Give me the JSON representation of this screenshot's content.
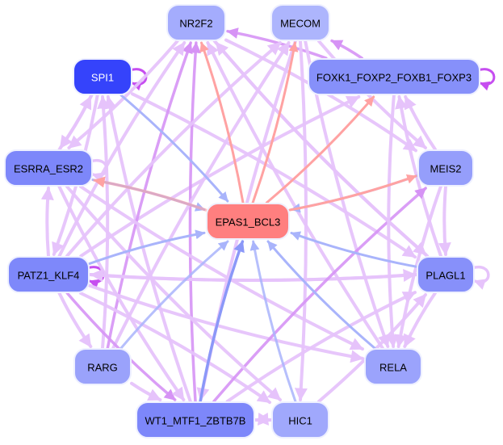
{
  "diagram": {
    "type": "directed-network",
    "colors": {
      "edge_default": "#e6c3fb",
      "edge_strong": "#d693f5",
      "edge_blue": "#a9b4fb",
      "edge_blue_strong": "#8b98f8",
      "edge_red": "#ffa2a2",
      "edge_self": "#c64ef0",
      "node_border": "#eef0ff"
    },
    "nodes": [
      {
        "id": "NR2F2",
        "label": "NR2F2",
        "color": "#a4acfd",
        "text_color": "#000000"
      },
      {
        "id": "MECOM",
        "label": "MECOM",
        "color": "#adb5fd",
        "text_color": "#000000"
      },
      {
        "id": "SPI1",
        "label": "SPI1",
        "color": "#3543fb",
        "text_color": "#ffffff"
      },
      {
        "id": "FOXK1_FOXP2_FOXB1_FOXP3",
        "label": "FOXK1_FOXP2_FOXB1_FOXP3",
        "color": "#8690fa",
        "text_color": "#000000"
      },
      {
        "id": "ESRRA_ESR2",
        "label": "ESRRA_ESR2",
        "color": "#7d87fa",
        "text_color": "#000000"
      },
      {
        "id": "MEIS2",
        "label": "MEIS2",
        "color": "#959efb",
        "text_color": "#000000"
      },
      {
        "id": "EPAS1_BCL3",
        "label": "EPAS1_BCL3",
        "color": "#ff7f7f",
        "text_color": "#000000"
      },
      {
        "id": "PATZ1_KLF4",
        "label": "PATZ1_KLF4",
        "color": "#7e88fa",
        "text_color": "#000000"
      },
      {
        "id": "PLAGL1",
        "label": "PLAGL1",
        "color": "#8790fa",
        "text_color": "#000000"
      },
      {
        "id": "RARG",
        "label": "RARG",
        "color": "#9aa2fb",
        "text_color": "#000000"
      },
      {
        "id": "RELA",
        "label": "RELA",
        "color": "#9ba3fc",
        "text_color": "#000000"
      },
      {
        "id": "WT1_MTF1_ZBTB7B",
        "label": "WT1_MTF1_ZBTB7B",
        "color": "#7d87fa",
        "text_color": "#000000"
      },
      {
        "id": "HIC1",
        "label": "HIC1",
        "color": "#a0a8fc",
        "text_color": "#000000"
      }
    ],
    "edges": [
      {
        "from": "SPI1",
        "to": "SPI1",
        "style": "self"
      },
      {
        "from": "FOXK1_FOXP2_FOXB1_FOXP3",
        "to": "FOXK1_FOXP2_FOXB1_FOXP3",
        "style": "self"
      },
      {
        "from": "ESRRA_ESR2",
        "to": "ESRRA_ESR2",
        "style": "self-light"
      },
      {
        "from": "PATZ1_KLF4",
        "to": "PATZ1_KLF4",
        "style": "self"
      },
      {
        "from": "PLAGL1",
        "to": "PLAGL1",
        "style": "self-light"
      },
      {
        "from": "WT1_MTF1_ZBTB7B",
        "to": "HIC1",
        "style": "default"
      },
      {
        "from": "HIC1",
        "to": "WT1_MTF1_ZBTB7B",
        "style": "default"
      },
      {
        "from": "SPI1",
        "to": "EPAS1_BCL3",
        "style": "blue"
      },
      {
        "from": "ESRRA_ESR2",
        "to": "EPAS1_BCL3",
        "style": "blue"
      },
      {
        "from": "EPAS1_BCL3",
        "to": "ESRRA_ESR2",
        "style": "red-light"
      },
      {
        "from": "MEIS2",
        "to": "EPAS1_BCL3",
        "style": "blue-light"
      },
      {
        "from": "EPAS1_BCL3",
        "to": "MEIS2",
        "style": "red"
      },
      {
        "from": "PATZ1_KLF4",
        "to": "EPAS1_BCL3",
        "style": "blue"
      },
      {
        "from": "PLAGL1",
        "to": "EPAS1_BCL3",
        "style": "blue"
      },
      {
        "from": "RARG",
        "to": "EPAS1_BCL3",
        "style": "blue-light"
      },
      {
        "from": "RELA",
        "to": "EPAS1_BCL3",
        "style": "blue"
      },
      {
        "from": "WT1_MTF1_ZBTB7B",
        "to": "EPAS1_BCL3",
        "style": "blue-strong"
      },
      {
        "from": "HIC1",
        "to": "EPAS1_BCL3",
        "style": "blue-light"
      },
      {
        "from": "EPAS1_BCL3",
        "to": "NR2F2",
        "style": "red"
      },
      {
        "from": "EPAS1_BCL3",
        "to": "MECOM",
        "style": "red"
      },
      {
        "from": "EPAS1_BCL3",
        "to": "FOXK1_FOXP2_FOXB1_FOXP3",
        "style": "red"
      },
      {
        "from": "FOXK1_FOXP2_FOXB1_FOXP3",
        "to": "NR2F2",
        "style": "strong"
      },
      {
        "from": "FOXK1_FOXP2_FOXB1_FOXP3",
        "to": "MECOM",
        "style": "strong"
      },
      {
        "from": "MEIS2",
        "to": "FOXK1_FOXP2_FOXB1_FOXP3",
        "style": "default"
      },
      {
        "from": "PLAGL1",
        "to": "FOXK1_FOXP2_FOXB1_FOXP3",
        "style": "default"
      },
      {
        "from": "PATZ1_KLF4",
        "to": "FOXK1_FOXP2_FOXB1_FOXP3",
        "style": "default"
      },
      {
        "from": "NR2F2",
        "to": "MEIS2",
        "style": "default"
      },
      {
        "from": "MECOM",
        "to": "MEIS2",
        "style": "default"
      },
      {
        "from": "NR2F2",
        "to": "ESRRA_ESR2",
        "style": "default"
      },
      {
        "from": "SPI1",
        "to": "ESRRA_ESR2",
        "style": "default"
      },
      {
        "from": "ESRRA_ESR2",
        "to": "SPI1",
        "style": "default"
      },
      {
        "from": "PATZ1_KLF4",
        "to": "ESRRA_ESR2",
        "style": "default"
      },
      {
        "from": "RARG",
        "to": "SPI1",
        "style": "default"
      },
      {
        "from": "WT1_MTF1_ZBTB7B",
        "to": "SPI1",
        "style": "default"
      },
      {
        "from": "SPI1",
        "to": "PLAGL1",
        "style": "default"
      },
      {
        "from": "RARG",
        "to": "NR2F2",
        "style": "strong"
      },
      {
        "from": "WT1_MTF1_ZBTB7B",
        "to": "NR2F2",
        "style": "strong"
      },
      {
        "from": "PATZ1_KLF4",
        "to": "NR2F2",
        "style": "default"
      },
      {
        "from": "RELA",
        "to": "NR2F2",
        "style": "default"
      },
      {
        "from": "PLAGL1",
        "to": "NR2F2",
        "style": "default"
      },
      {
        "from": "PATZ1_KLF4",
        "to": "MECOM",
        "style": "default"
      },
      {
        "from": "RARG",
        "to": "MECOM",
        "style": "default"
      },
      {
        "from": "MECOM",
        "to": "HIC1",
        "style": "default"
      },
      {
        "from": "MECOM",
        "to": "RELA",
        "style": "default"
      },
      {
        "from": "MECOM",
        "to": "WT1_MTF1_ZBTB7B",
        "style": "default"
      },
      {
        "from": "PLAGL1",
        "to": "PATZ1_KLF4",
        "style": "default"
      },
      {
        "from": "PATZ1_KLF4",
        "to": "PLAGL1",
        "style": "default"
      },
      {
        "from": "PATZ1_KLF4",
        "to": "RARG",
        "style": "default"
      },
      {
        "from": "PATZ1_KLF4",
        "to": "RELA",
        "style": "default"
      },
      {
        "from": "PATZ1_KLF4",
        "to": "WT1_MTF1_ZBTB7B",
        "style": "strong"
      },
      {
        "from": "PATZ1_KLF4",
        "to": "HIC1",
        "style": "default"
      },
      {
        "from": "ESRRA_ESR2",
        "to": "WT1_MTF1_ZBTB7B",
        "style": "default"
      },
      {
        "from": "ESRRA_ESR2",
        "to": "RELA",
        "style": "default"
      },
      {
        "from": "WT1_MTF1_ZBTB7B",
        "to": "MEIS2",
        "style": "strong"
      },
      {
        "from": "WT1_MTF1_ZBTB7B",
        "to": "PLAGL1",
        "style": "default"
      },
      {
        "from": "HIC1",
        "to": "PLAGL1",
        "style": "default"
      },
      {
        "from": "PLAGL1",
        "to": "RELA",
        "style": "default"
      },
      {
        "from": "MEIS2",
        "to": "RELA",
        "style": "default"
      },
      {
        "from": "MEIS2",
        "to": "PLAGL1",
        "style": "default"
      },
      {
        "from": "FOXK1_FOXP2_FOXB1_FOXP3",
        "to": "RELA",
        "style": "default"
      },
      {
        "from": "RARG",
        "to": "WT1_MTF1_ZBTB7B",
        "style": "default"
      },
      {
        "from": "NR2F2",
        "to": "PLAGL1",
        "style": "default"
      },
      {
        "from": "SPI1",
        "to": "PATZ1_KLF4",
        "style": "default"
      },
      {
        "from": "ESRRA_ESR2",
        "to": "HIC1",
        "style": "default"
      }
    ]
  }
}
